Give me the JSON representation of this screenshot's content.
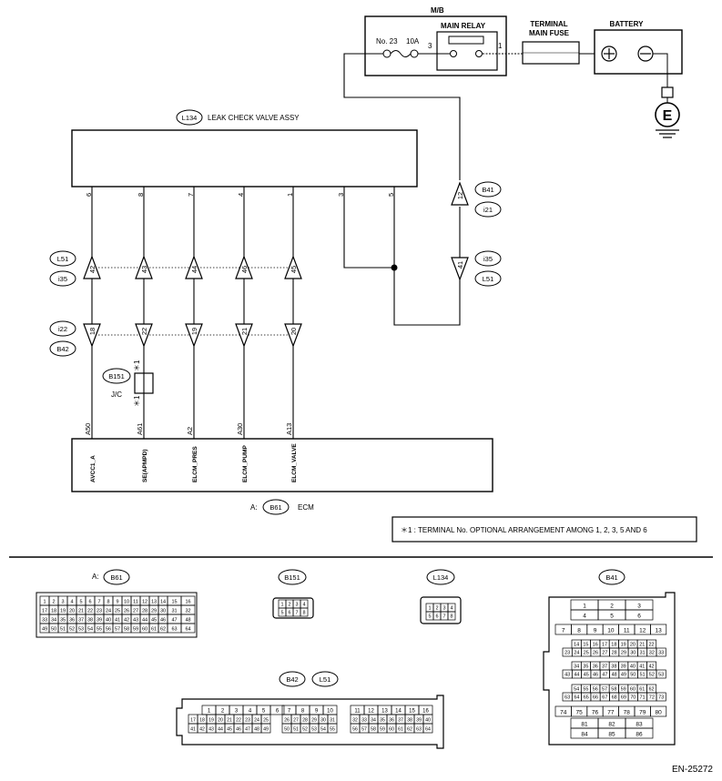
{
  "top": {
    "mb_label": "M/B",
    "main_relay": "MAIN RELAY",
    "fuse_label": "No. 23",
    "fuse_rating": "10A",
    "relay_pin_left": "3",
    "relay_pin_right": "1",
    "terminal_fuse_1": "TERMINAL",
    "terminal_fuse_2": "MAIN FUSE",
    "battery": "BATTERY",
    "ground": "E"
  },
  "valve": {
    "connector": "L134",
    "label": "LEAK CHECK VALVE ASSY",
    "pins": [
      "6",
      "8",
      "7",
      "4",
      "1",
      "3",
      "5"
    ]
  },
  "connectors": {
    "l51": "L51",
    "i35": "i35",
    "i22": "i22",
    "b42": "B42",
    "b41": "B41",
    "i21": "i21",
    "i35_r": "i35",
    "l51_r": "L51",
    "b151": "B151",
    "jc": "J/C",
    "star": "＊1"
  },
  "upper_pins": [
    "42",
    "43",
    "44",
    "46",
    "45"
  ],
  "lower_pins": [
    "18",
    "22",
    "19",
    "21",
    "20"
  ],
  "b41_pin": "12",
  "l51_pin": "41",
  "ecm": {
    "pins": [
      "A50",
      "A61",
      "A2",
      "A30",
      "A13"
    ],
    "signals": [
      "AVCC1_A",
      "SE(APMPD)",
      "ELCM_PRES",
      "ELCM_PUMP",
      "ELCM_VALVE"
    ],
    "caption_prefix": "A:",
    "caption_connector": "B61",
    "caption_name": "ECM"
  },
  "note": "＊1 : TERMINAL No. OPTIONAL ARRANGEMENT AMONG 1, 2, 3, 5 AND 6",
  "bottom": {
    "a_prefix": "A:",
    "b61": "B61",
    "b151": "B151",
    "l134": "L134",
    "b41": "B41",
    "b42": "B42",
    "l51": "L51",
    "code": "EN-25272"
  },
  "b61_grid": {
    "rows": [
      [
        "1",
        "2",
        "3",
        "4",
        "5",
        "6",
        "7",
        "8",
        "9",
        "10",
        "11",
        "12",
        "13",
        "14"
      ],
      [
        "17",
        "18",
        "19",
        "20",
        "21",
        "22",
        "23",
        "24",
        "25",
        "26",
        "27",
        "28",
        "29",
        "30"
      ],
      [
        "33",
        "34",
        "35",
        "36",
        "37",
        "38",
        "39",
        "40",
        "41",
        "42",
        "43",
        "44",
        "45",
        "46"
      ],
      [
        "49",
        "50",
        "51",
        "52",
        "53",
        "54",
        "55",
        "56",
        "57",
        "58",
        "59",
        "60",
        "61",
        "62"
      ]
    ],
    "side": [
      [
        "15",
        "16"
      ],
      [
        "31",
        "32"
      ],
      [
        "47",
        "48"
      ],
      [
        "63",
        "64"
      ]
    ]
  },
  "b151_grid": [
    [
      "1",
      "2",
      "3",
      "4"
    ],
    [
      "5",
      "6",
      "7",
      "8"
    ]
  ],
  "l134_grid": [
    [
      "1",
      "2",
      "3",
      "4"
    ],
    [
      "5",
      "6",
      "7",
      "8"
    ]
  ],
  "b41_grid": {
    "r1": [
      "1",
      "2",
      "3"
    ],
    "r2": [
      "4",
      "5",
      "6"
    ],
    "r3": [
      "7",
      "8",
      "9",
      "10",
      "11",
      "12",
      "13"
    ],
    "r4": [
      "14",
      "15",
      "16",
      "17",
      "18",
      "19",
      "20",
      "21",
      "22"
    ],
    "r5": [
      "23",
      "24",
      "25",
      "26",
      "27",
      "28",
      "29",
      "30",
      "31",
      "32",
      "33"
    ],
    "r6": [
      "34",
      "35",
      "36",
      "37",
      "38",
      "39",
      "40",
      "41",
      "42"
    ],
    "r7": [
      "43",
      "44",
      "45",
      "46",
      "47",
      "48",
      "49",
      "50",
      "51",
      "52",
      "53"
    ],
    "r8": [
      "54",
      "55",
      "56",
      "57",
      "58",
      "59",
      "60",
      "61",
      "62"
    ],
    "r9": [
      "63",
      "64",
      "65",
      "66",
      "67",
      "68",
      "69",
      "70",
      "71",
      "72",
      "73"
    ],
    "r10": [
      "74",
      "75",
      "76",
      "77",
      "78",
      "79",
      "80"
    ],
    "r11": [
      "81",
      "82",
      "83"
    ],
    "r12": [
      "84",
      "85",
      "86"
    ]
  },
  "b42_grid": {
    "g1": [
      [
        "1",
        "2",
        "3",
        "4",
        "5",
        "6"
      ],
      [
        "17",
        "18",
        "19",
        "20",
        "21",
        "22",
        "23",
        "24",
        "25"
      ],
      [
        "41",
        "42",
        "43",
        "44",
        "45",
        "46",
        "47",
        "48",
        "49"
      ]
    ],
    "g2": [
      [
        "7",
        "8",
        "9",
        "10"
      ],
      [
        "26",
        "27",
        "28",
        "29",
        "30",
        "31"
      ],
      [
        "50",
        "51",
        "52",
        "53",
        "54",
        "55"
      ]
    ],
    "g3": [
      [
        "11",
        "12",
        "13",
        "14",
        "15",
        "16"
      ],
      [
        "32",
        "33",
        "34",
        "35",
        "36",
        "37",
        "38",
        "39",
        "40"
      ],
      [
        "56",
        "57",
        "58",
        "59",
        "60",
        "61",
        "62",
        "63",
        "64"
      ]
    ]
  }
}
